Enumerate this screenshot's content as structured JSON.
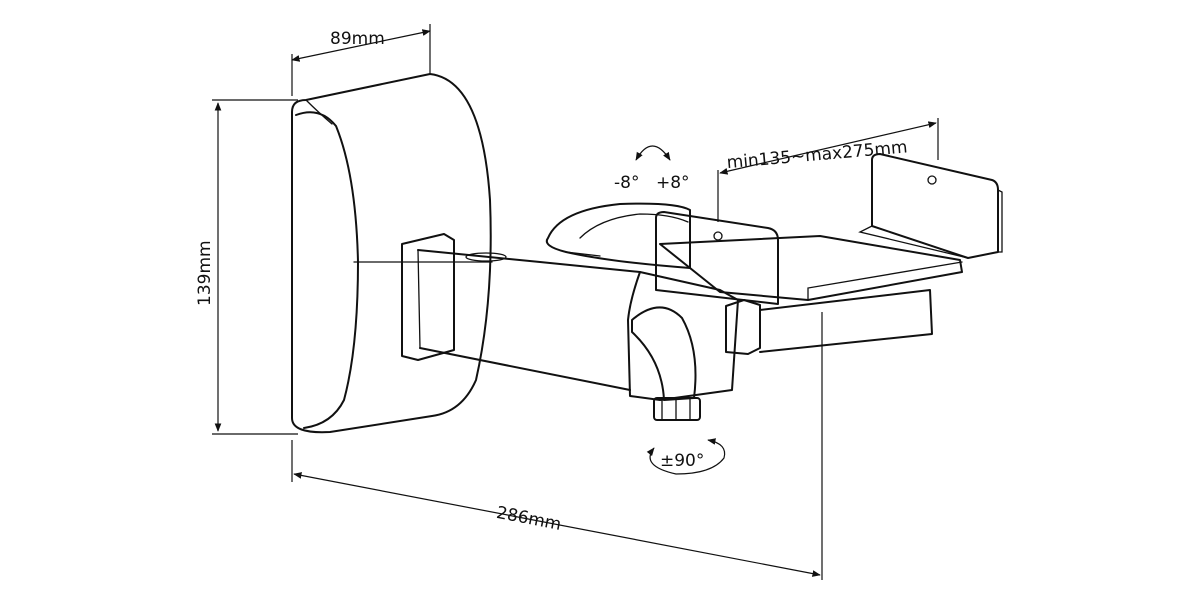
{
  "dimensions": {
    "depth": "89mm",
    "height": "139mm",
    "reach": "286mm",
    "clamp_range": "min135~max275mm"
  },
  "rotations": {
    "tilt_minus": "-8°",
    "tilt_plus": "+8°",
    "swivel": "±90°"
  }
}
